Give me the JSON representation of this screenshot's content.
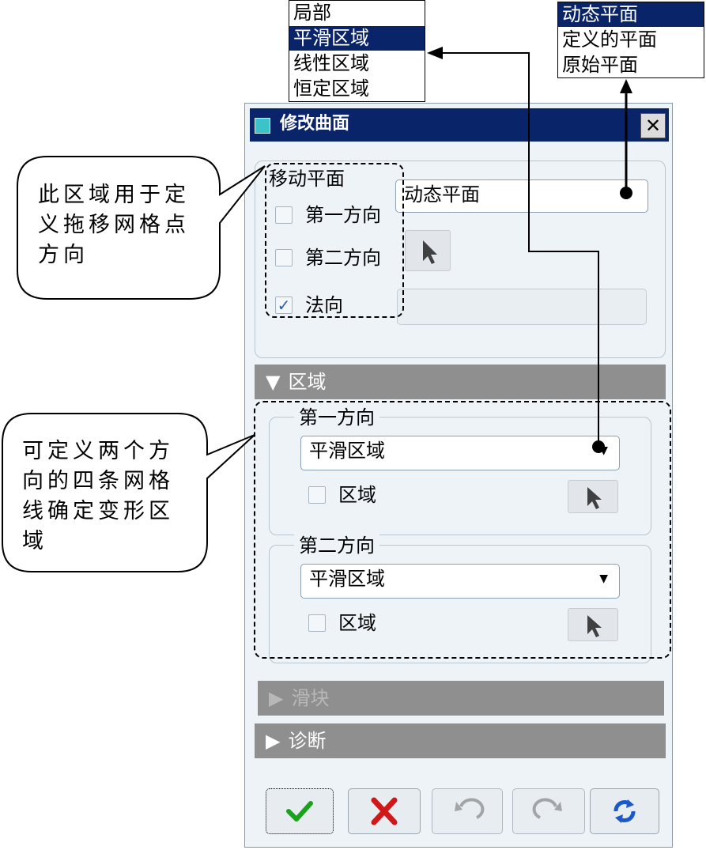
{
  "popup_region": {
    "options": [
      "局部",
      "平滑区域",
      "线性区域",
      "恒定区域"
    ],
    "selected_index": 1
  },
  "popup_plane": {
    "options": [
      "动态平面",
      "定义的平面",
      "原始平面"
    ],
    "selected_index": 0
  },
  "dialog": {
    "title": "修改曲面",
    "close_label": "✕",
    "move_plane": {
      "legend": "移动平面",
      "first_direction": "第一方向",
      "second_direction": "第二方向",
      "normal": "法向",
      "first_checked": false,
      "second_checked": false,
      "normal_checked": true,
      "plane_value": "动态平面",
      "normal_value": ""
    },
    "region_section": {
      "title": "区域",
      "first": {
        "legend": "第一方向",
        "dropdown_value": "平滑区域",
        "checkbox_label": "区域",
        "checked": false
      },
      "second": {
        "legend": "第二方向",
        "dropdown_value": "平滑区域",
        "checkbox_label": "区域",
        "checked": false
      }
    },
    "slider_section": {
      "title": "滑块"
    },
    "diagnosis_section": {
      "title": "诊断"
    }
  },
  "callouts": {
    "top": {
      "lines": [
        "此区域用于定",
        "义拖移网格点",
        "方向"
      ]
    },
    "bottom": {
      "lines": [
        "可定义两个方",
        "向的四条网格",
        "线确定变形区",
        "域"
      ]
    }
  },
  "colors": {
    "selection": "#0a246a",
    "check_green": "#1aa31a",
    "cancel_red": "#d01818",
    "refresh_blue": "#1b58c8"
  }
}
